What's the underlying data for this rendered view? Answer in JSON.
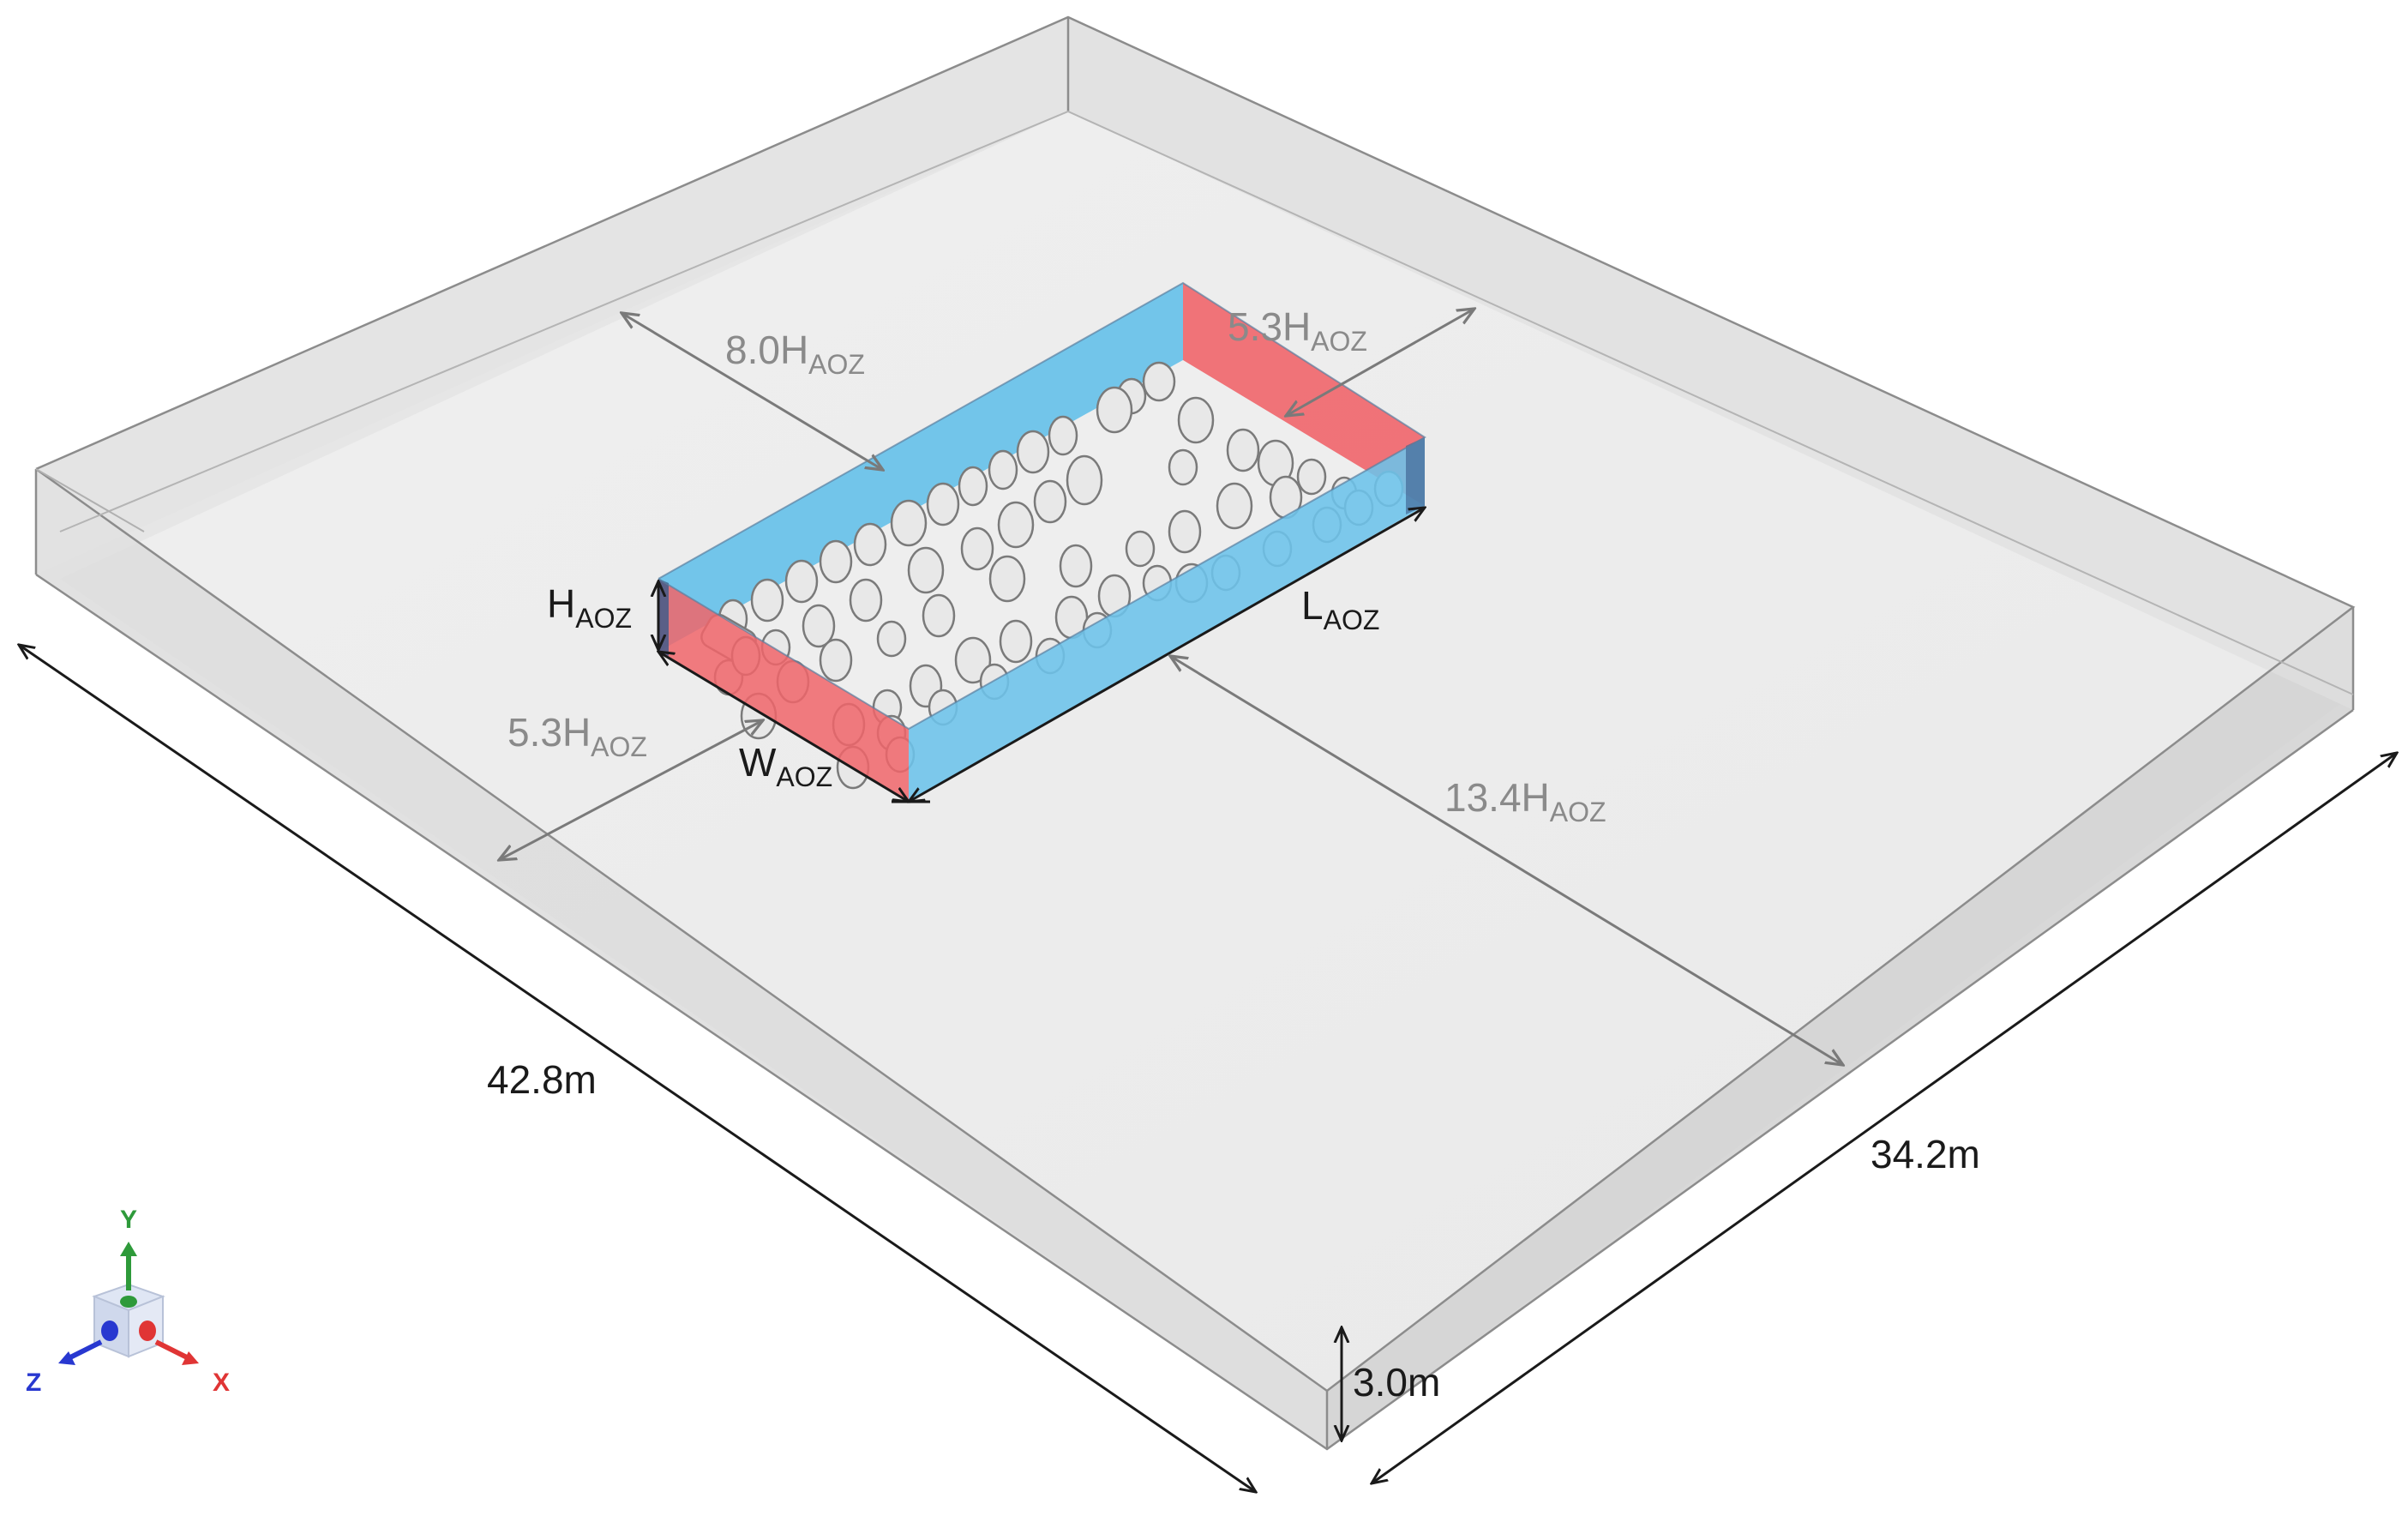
{
  "dimensions": {
    "domain_length": "42.8m",
    "domain_width": "34.2m",
    "domain_height": "3.0m"
  },
  "labels": {
    "upstream_gap": {
      "base": "8.0H",
      "sub": "AOZ"
    },
    "downstream_gap": {
      "base": "13.4H",
      "sub": "AOZ"
    },
    "side_gap_left": {
      "base": "5.3H",
      "sub": "AOZ"
    },
    "side_gap_right": {
      "base": "5.3H",
      "sub": "AOZ"
    },
    "aoz_height": {
      "base": "H",
      "sub": "AOZ"
    },
    "aoz_length": {
      "base": "L",
      "sub": "AOZ"
    },
    "aoz_width": {
      "base": "W",
      "sub": "AOZ"
    }
  },
  "axes_triad": {
    "y": "Y",
    "z": "Z",
    "x": "X",
    "colors": {
      "y": "#2e9a3a",
      "z": "#2838d0",
      "x": "#e03535"
    }
  },
  "colors": {
    "aoz_long_faces": "#6cc3ea",
    "aoz_short_faces": "#f0656a",
    "domain_fill": "#ebebeb",
    "domain_edge": "#8c8c8c",
    "gray_label": "#8a8a8a",
    "dark_label": "#1a1a1a"
  }
}
